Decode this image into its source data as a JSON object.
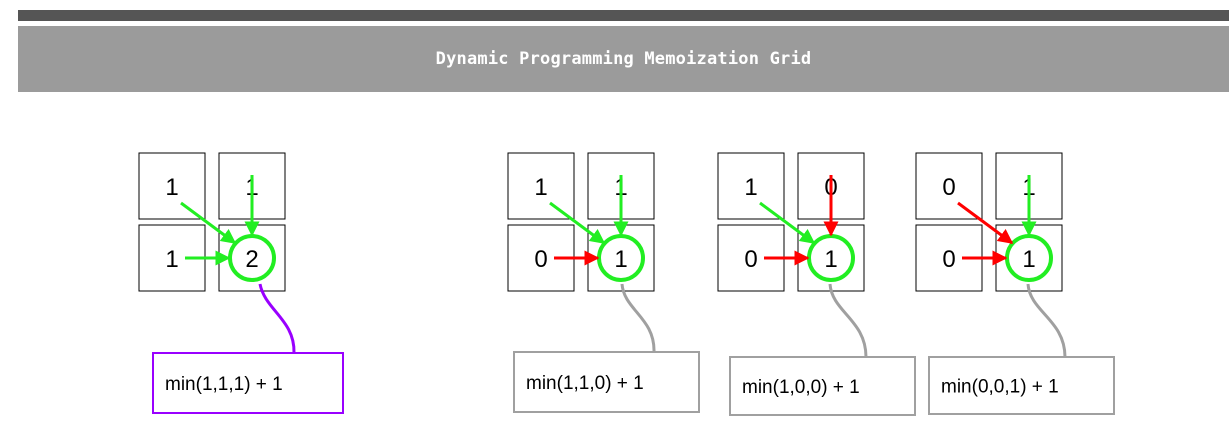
{
  "title": "Dynamic Programming Memoization Grid",
  "colors": {
    "green": "#22ee22",
    "red": "#ff0000",
    "purple": "#9900ff",
    "gray": "#a0a0a0",
    "header": "#9b9b9b",
    "rule": "#555555"
  },
  "groups": [
    {
      "top_left": "1",
      "top_right": "1",
      "left": "1",
      "result": "2",
      "formula": "min(1,1,1) + 1",
      "arrows": {
        "diag": "green",
        "top": "green",
        "left": "green"
      },
      "box_style": "purple"
    },
    {
      "top_left": "1",
      "top_right": "1",
      "left": "0",
      "result": "1",
      "formula": "min(1,1,0) + 1",
      "arrows": {
        "diag": "green",
        "top": "green",
        "left": "red"
      },
      "box_style": "gray"
    },
    {
      "top_left": "1",
      "top_right": "0",
      "left": "0",
      "result": "1",
      "formula": "min(1,0,0) + 1",
      "arrows": {
        "diag": "green",
        "top": "red",
        "left": "red"
      },
      "box_style": "gray"
    },
    {
      "top_left": "0",
      "top_right": "1",
      "left": "0",
      "result": "1",
      "formula": "min(0,0,1) + 1",
      "arrows": {
        "diag": "red",
        "top": "green",
        "left": "red"
      },
      "box_style": "gray"
    }
  ]
}
